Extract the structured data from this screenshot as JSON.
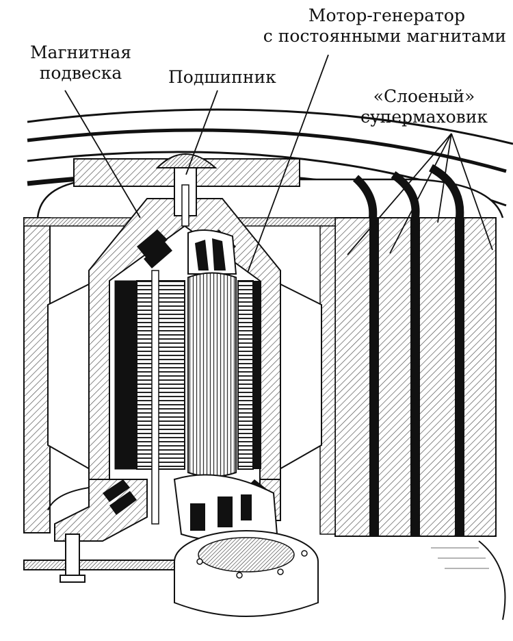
{
  "labels": {
    "motor_generator": {
      "line1": "Мотор-генератор",
      "line2": "с постоянными магнитами"
    },
    "magnetic_suspension": {
      "line1": "Магнитная",
      "line2": "подвеска"
    },
    "bearing": {
      "line1": "Подшипник"
    },
    "layered_flywheel": {
      "line1": "«Слоеный»",
      "line2": "супермаховик"
    }
  },
  "colors": {
    "ink": "#111111",
    "paper": "#ffffff",
    "hatch": "#555555"
  }
}
